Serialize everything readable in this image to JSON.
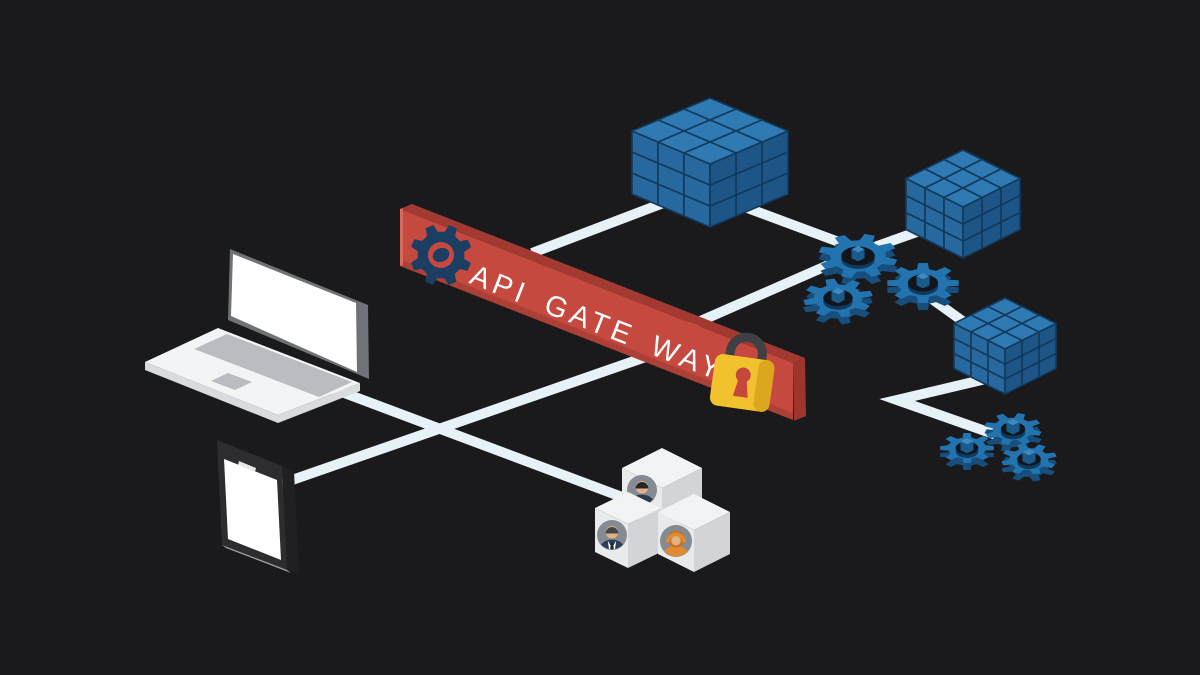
{
  "background_color": "#1a191b",
  "connection_color": "#e7f2f8",
  "banner": {
    "label": "API GATE WAY",
    "text_color": "#ffffff",
    "front_color": "#c5493e",
    "top_color": "#a23a31",
    "side_color": "#9c362d",
    "edge_highlight": "#d96a5a",
    "gear_icon_color": "#1c3e63",
    "lock": {
      "body": "#f2c12e",
      "body_shade": "#dca71f",
      "shackle": "#3f4043",
      "keyhole": "#c6473b"
    }
  },
  "palette": {
    "service_cube": {
      "top": "#2f7ab2",
      "left": "#27699f",
      "right": "#1d5587",
      "outline": "#123a5c"
    },
    "gear": {
      "top": "#2273ae",
      "side": "#174e7c",
      "wall": "#0e3a5e",
      "hole": "#10161c",
      "peg_top": "#3b8ac2",
      "peg_side": "#1c5a8c"
    },
    "user_cube": {
      "top": "#f2f3f4",
      "left": "#e9eaeb",
      "right": "#d2d4d7",
      "avatar_bg": "#858b92",
      "skin": "#e3b183",
      "hair_dark": "#23272c",
      "hair_gray": "#46464a",
      "suit_dark": "#2e3a4a",
      "suit_navy": "#2c3e5a",
      "shirt": "#ffffff",
      "hood_orange": "#e08a33",
      "hood_dark": "#c96f1d"
    },
    "laptop": {
      "body": "#f3f4f5",
      "side": "#d9dcde",
      "keys": "#b9bdc1",
      "frame": "#6f7277",
      "screen": "#ffffff"
    },
    "phone": {
      "body": "#2d2d2f",
      "side": "#202022",
      "bottom_edge": "#9aa0a5",
      "screen": "#ffffff",
      "speaker": "#e8e8e8"
    }
  },
  "nodes": [
    {
      "id": "laptop",
      "icon": "laptop-icon"
    },
    {
      "id": "smartphone",
      "icon": "smartphone-icon"
    },
    {
      "id": "api-gateway",
      "icon": "gateway-banner",
      "label": "API GATE WAY"
    },
    {
      "id": "user-group",
      "icon": "user-avatar-cubes-icon"
    },
    {
      "id": "services-top",
      "icon": "cube-stack-icon"
    },
    {
      "id": "services-right-upper",
      "icon": "cube-stack-icon"
    },
    {
      "id": "services-right-lower",
      "icon": "cube-stack-icon"
    },
    {
      "id": "gears-middle",
      "icon": "gears-icon"
    },
    {
      "id": "gears-bottom",
      "icon": "gears-icon"
    }
  ],
  "connections": [
    {
      "from": "laptop",
      "to": "user-group"
    },
    {
      "from": "smartphone",
      "to": "gears-middle",
      "via": "api-gateway"
    },
    {
      "from": "services-top",
      "to": "api-gateway"
    },
    {
      "from": "services-top",
      "to": "gears-middle"
    },
    {
      "from": "gears-middle",
      "to": "services-right-upper"
    },
    {
      "from": "gears-middle",
      "to": "services-right-lower"
    },
    {
      "from": "services-right-lower",
      "to": "gears-bottom"
    }
  ]
}
